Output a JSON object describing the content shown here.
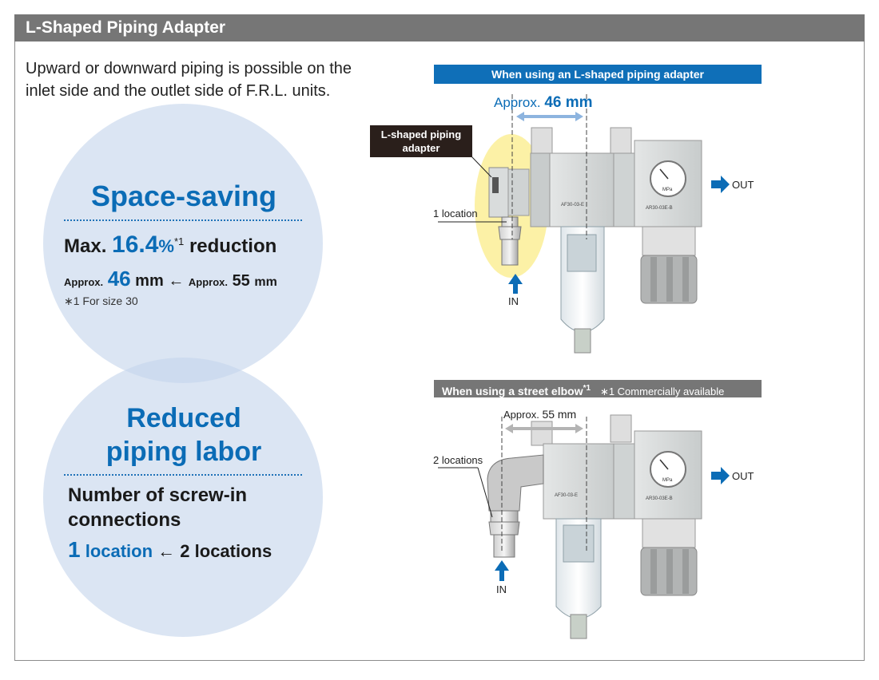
{
  "header": {
    "title": "L-Shaped Piping Adapter"
  },
  "intro": {
    "line1": "Upward or downward piping is possible on the",
    "line2": "inlet side and the outlet side of F.R.L. units."
  },
  "space_saving": {
    "title": "Space-saving",
    "max_prefix": "Max.",
    "max_value": "16.4",
    "max_unit": "%",
    "max_note": "*1",
    "max_suffix": "reduction",
    "approx1_label": "Approx.",
    "approx1_value": "46",
    "approx1_unit": "mm",
    "arrow": "←",
    "approx2_label": "Approx.",
    "approx2_value": "55",
    "approx2_unit": "mm",
    "footnote": "∗1  For size 30"
  },
  "reduced": {
    "title_line1": "Reduced",
    "title_line2": "piping labor",
    "conn_line1": "Number of screw-in",
    "conn_line2": "connections",
    "new_value": "1",
    "new_unit": "location",
    "arrow": "←",
    "old": "2 locations"
  },
  "top_diagram": {
    "banner": "When using an L-shaped piping adapter",
    "dim_prefix": "Approx.",
    "dim_value": "46 mm",
    "callout_line1": "L-shaped piping",
    "callout_line2": "adapter",
    "location_label": "1 location",
    "in_label": "IN",
    "out_label": "OUT",
    "filter_label": "AF30-03-E",
    "regulator_label": "AR30-03E-B",
    "gauge_unit": "MPa"
  },
  "bottom_diagram": {
    "banner_main": "When using a street elbow",
    "banner_note": "*1",
    "banner_sub": "∗1  Commercially available",
    "dim_prefix": "Approx.",
    "dim_value": "55 mm",
    "location_label": "2 locations",
    "in_label": "IN",
    "out_label": "OUT",
    "filter_label": "AF30-03-E",
    "regulator_label": "AR30-03E-B",
    "gauge_unit": "MPa"
  },
  "colors": {
    "accent_blue": "#0b6cb6",
    "header_gray": "#767676",
    "circle_fill": "#c5d5ec",
    "highlight_yellow": "#fbef96"
  }
}
